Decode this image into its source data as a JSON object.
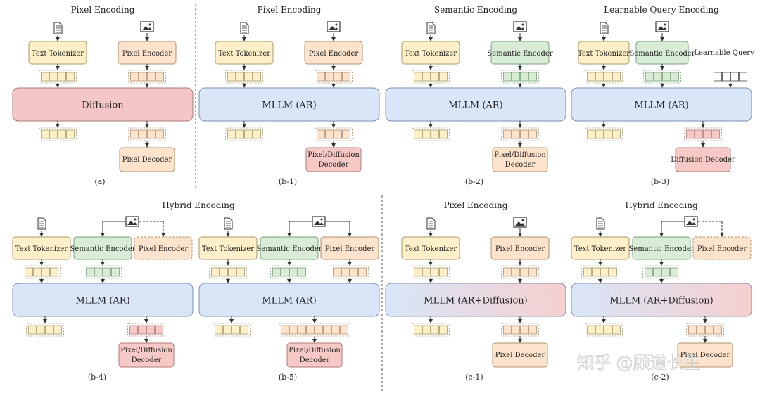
{
  "panels": [
    {
      "id": "a",
      "title": "Pixel Encoding",
      "caption": "(a)",
      "core": "Diffusion",
      "core_style": "diffusion",
      "text_in": "Text Tokenizer",
      "encoders": [
        {
          "label": "Pixel Encoder",
          "kind": "pixel",
          "dashed": false
        }
      ],
      "learnable": null,
      "out_text": true,
      "out_img": {
        "tokens": 4,
        "kind": "pixel"
      },
      "decoder": {
        "label": "Pixel Decoder",
        "kind": "pixel"
      }
    },
    {
      "id": "b1",
      "title": "Pixel Encoding",
      "caption": "(b-1)",
      "core": "MLLM (AR)",
      "core_style": "ar",
      "text_in": "Text Tokenizer",
      "encoders": [
        {
          "label": "Pixel Encoder",
          "kind": "pixel",
          "dashed": false
        }
      ],
      "learnable": null,
      "out_text": true,
      "out_img": {
        "tokens": 4,
        "kind": "pixel"
      },
      "decoder": {
        "label": "Pixel/Diffusion Decoder",
        "kind": "red"
      }
    },
    {
      "id": "b2",
      "title": "Semantic Encoding",
      "caption": "(b-2)",
      "core": "MLLM (AR)",
      "core_style": "ar",
      "text_in": "Text Tokenizer",
      "encoders": [
        {
          "label": "Semantic Encoder",
          "kind": "semantic",
          "dashed": false
        }
      ],
      "learnable": null,
      "out_text": true,
      "out_img": {
        "tokens": 4,
        "kind": "pixel"
      },
      "decoder": {
        "label": "Pixel/Diffusion Decoder",
        "kind": "pixel"
      }
    },
    {
      "id": "b3",
      "title": "Learnable Query Encoding",
      "caption": "(b-3)",
      "core": "MLLM (AR)",
      "core_style": "ar",
      "text_in": "Text Tokenizer",
      "encoders": [
        {
          "label": "Semantic Encoder",
          "kind": "semantic",
          "dashed": false
        }
      ],
      "learnable": "Learnable Query",
      "out_text": true,
      "out_img": {
        "tokens": 4,
        "kind": "red"
      },
      "decoder": {
        "label": "Diffusion Decoder",
        "kind": "red"
      }
    },
    {
      "id": "b4",
      "title": "Hybrid Encoding",
      "caption": "(b-4)",
      "core": "MLLM (AR)",
      "core_style": "ar",
      "text_in": "Text Tokenizer",
      "encoders": [
        {
          "label": "Semantic Encoder",
          "kind": "semantic",
          "dashed": false
        },
        {
          "label": "Pixel Encoder",
          "kind": "pixel",
          "dashed": true
        }
      ],
      "learnable": null,
      "out_text": true,
      "out_img": {
        "tokens": 4,
        "kind": "red"
      },
      "decoder": {
        "label": "Pixel/Diffusion Decoder",
        "kind": "red"
      }
    },
    {
      "id": "b5",
      "title": "",
      "caption": "(b-5)",
      "core": "MLLM (AR)",
      "core_style": "ar",
      "text_in": "Text Tokenizer",
      "encoders": [
        {
          "label": "Semantic Encoder",
          "kind": "semantic",
          "dashed": false
        },
        {
          "label": "Pixel Encoder",
          "kind": "pixel",
          "dashed": false
        }
      ],
      "learnable": null,
      "out_text": true,
      "out_img": {
        "tokens": 8,
        "kind": "pixel"
      },
      "decoder": {
        "label": "Pixel/Diffusion Decoder",
        "kind": "red"
      }
    },
    {
      "id": "c1",
      "title": "Pixel Encoding",
      "caption": "(c-1)",
      "core": "MLLM (AR+Diffusion)",
      "core_style": "hybrid",
      "text_in": "Text Tokenizer",
      "encoders": [
        {
          "label": "Pixel Encoder",
          "kind": "pixel",
          "dashed": false
        }
      ],
      "learnable": null,
      "out_text": true,
      "out_img": {
        "tokens": 4,
        "kind": "pixel"
      },
      "decoder": {
        "label": "Pixel Decoder",
        "kind": "pixel"
      }
    },
    {
      "id": "c2",
      "title": "Hybrid Encoding",
      "caption": "(c-2)",
      "core": "MLLM (AR+Diffusion)",
      "core_style": "hybrid",
      "text_in": "Text Tokenizer",
      "encoders": [
        {
          "label": "Semantic Encoder",
          "kind": "semantic",
          "dashed": false
        },
        {
          "label": "Pixel Encoder",
          "kind": "pixel",
          "dashed": true
        }
      ],
      "learnable": null,
      "out_text": true,
      "out_img": {
        "tokens": 4,
        "kind": "pixel"
      },
      "decoder": {
        "label": "Pixel Decoder",
        "kind": "pixel"
      }
    }
  ],
  "watermark": "知乎 @顾道长生",
  "colors": {
    "text_fill": "#fdf0c8",
    "text_stroke": "#a89a6a",
    "pixel_fill": "#fde3cc",
    "pixel_stroke": "#b09070",
    "sem_fill": "#d8ecd6",
    "sem_stroke": "#7aa07a",
    "red_fill": "#f7c9c6",
    "red_stroke": "#b07a7a",
    "ar_fill": "#d8e6f8",
    "ar_stroke": "#7a8fb0",
    "diff_fill": "#f4c6c6",
    "diff_stroke": "#a87878",
    "hybrid_left": "#d8e6f8",
    "hybrid_right": "#f6cfcf"
  }
}
